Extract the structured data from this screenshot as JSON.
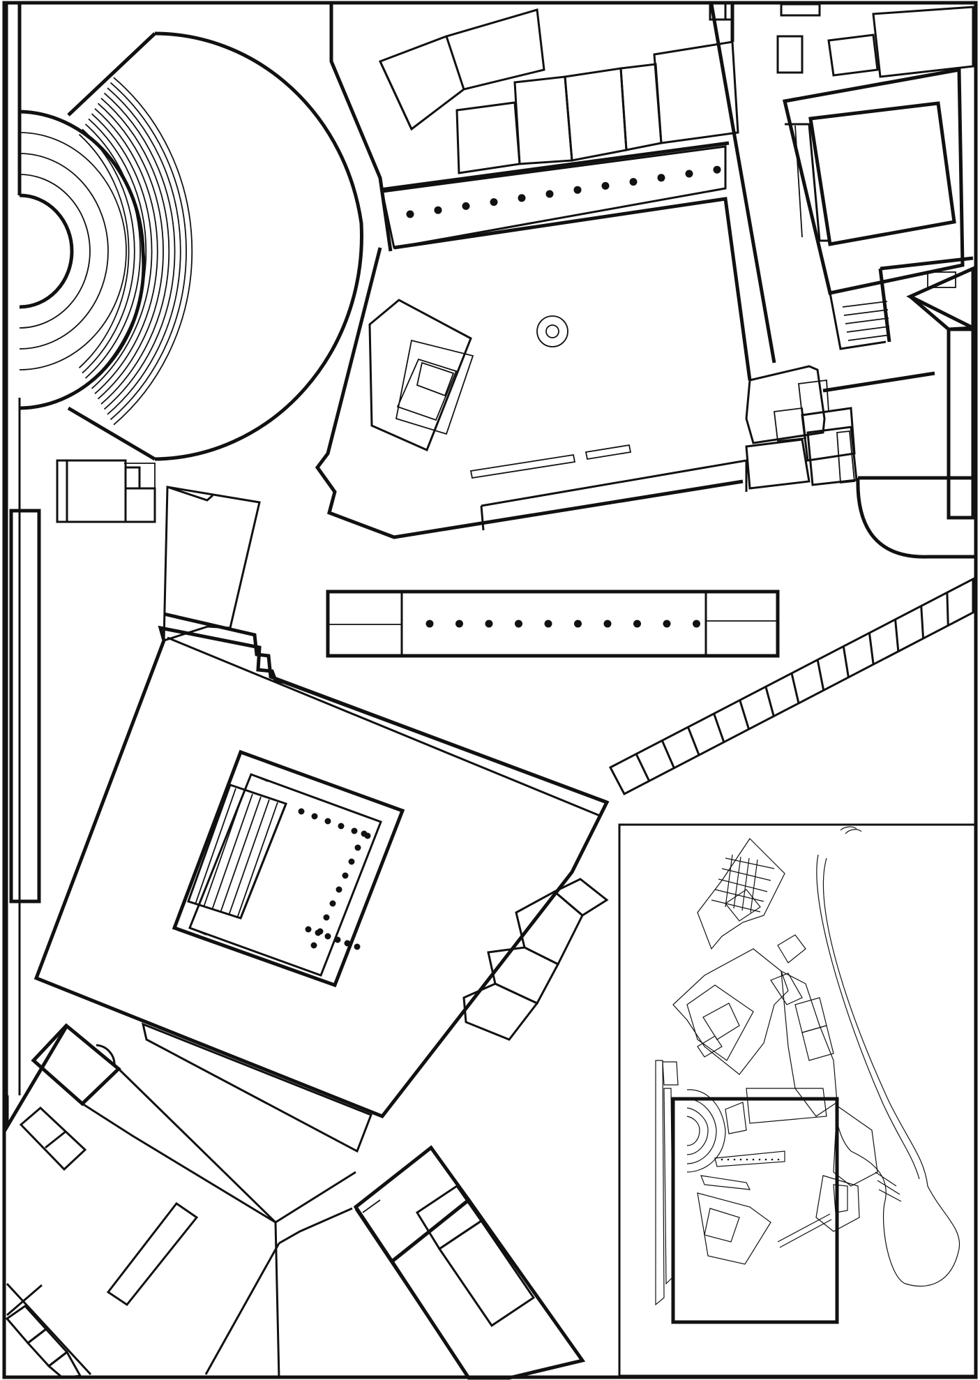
{
  "figure": {
    "kind": "archaeological site plan",
    "has_text": false,
    "stroke_color": "#111111",
    "background_color": "#ffffff",
    "features": [
      "theatre-cavea",
      "peristyle-courtyard",
      "stoa-colonnade",
      "temple-precinct",
      "temple",
      "long-stoa",
      "inset-location-map"
    ]
  }
}
